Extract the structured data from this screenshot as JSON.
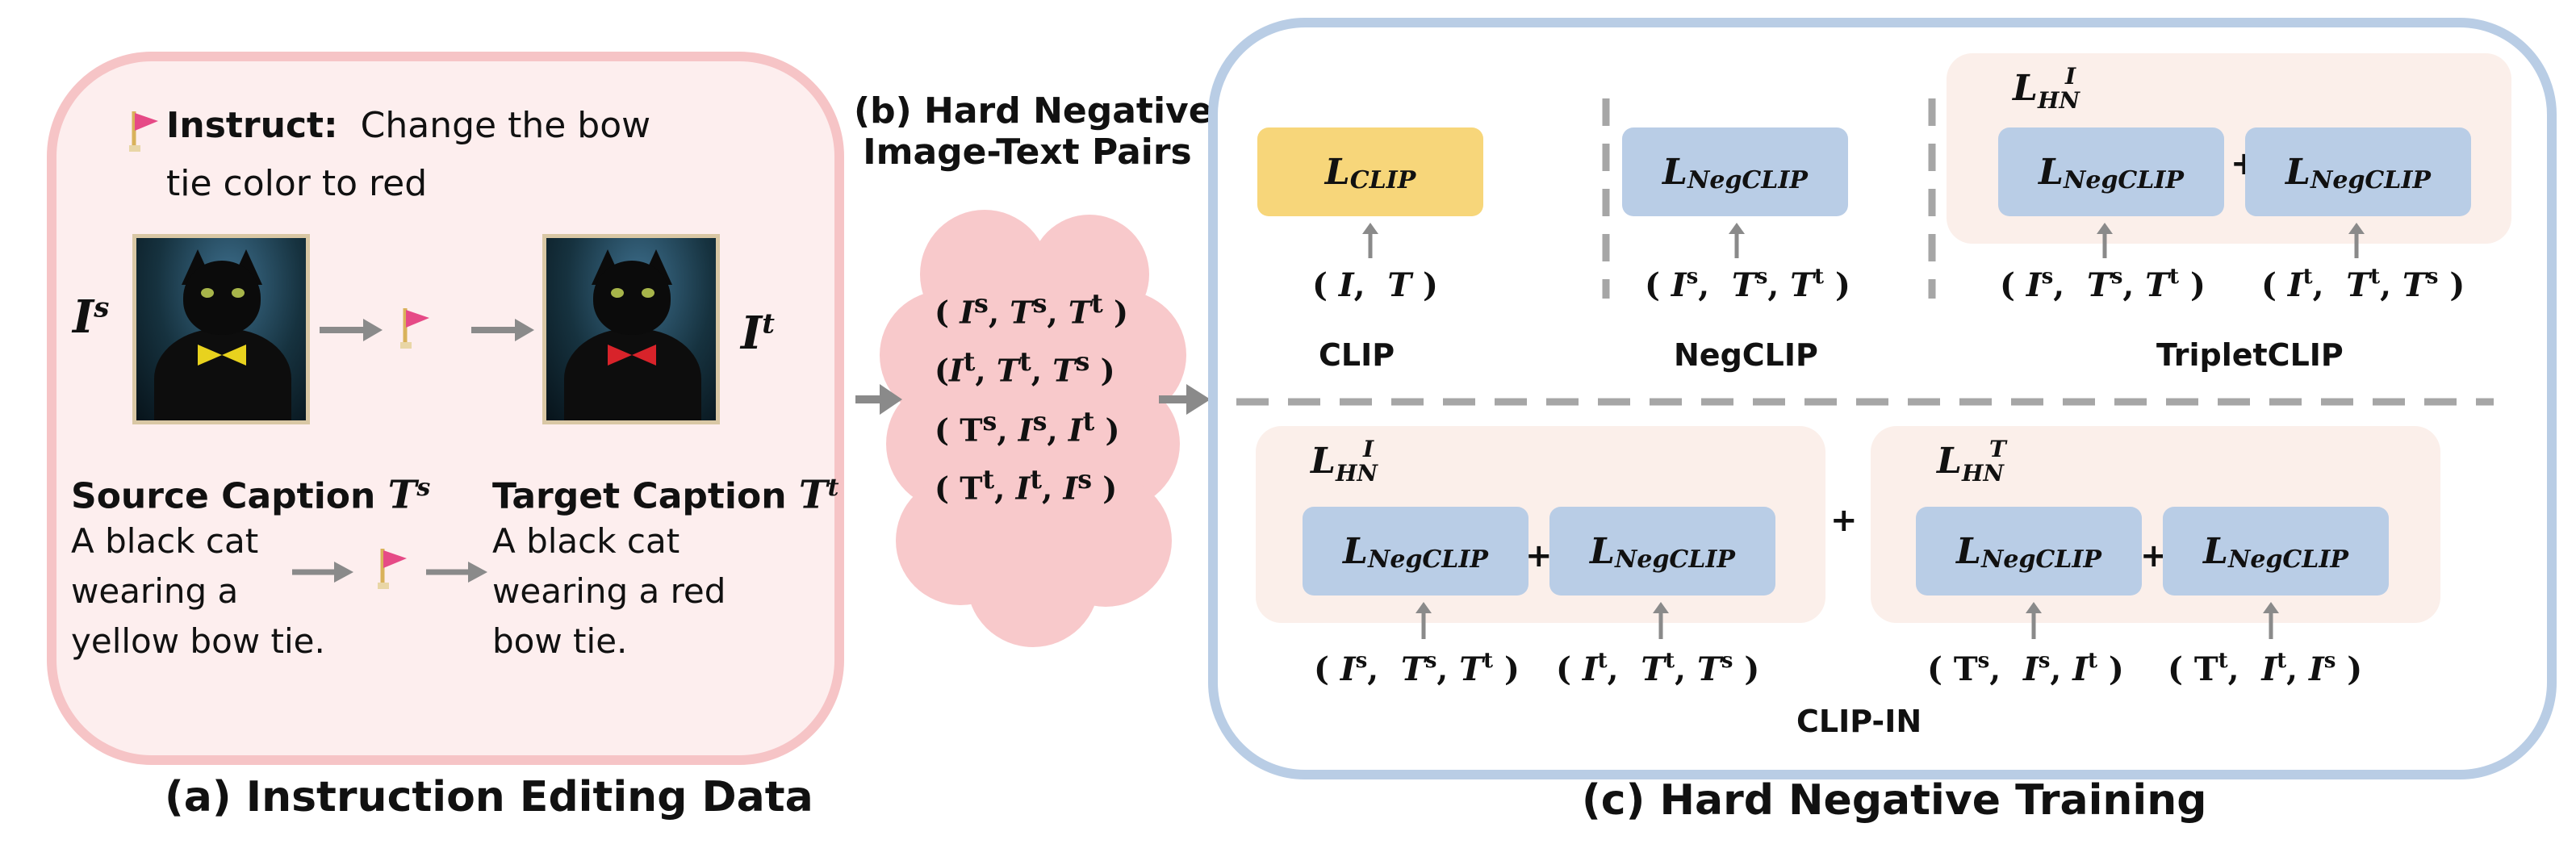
{
  "panel_a": {
    "instruct_label": "Instruct:",
    "instruct_line1": "Change the bow",
    "instruct_line2": "tie color to red",
    "source_image_symbol": "I",
    "source_image_sup": "s",
    "target_image_symbol": "I",
    "target_image_sup": "t",
    "source_caption_title": "Source Caption",
    "source_caption_symbol": "T",
    "source_caption_sup": "s",
    "target_caption_title": "Target Caption",
    "target_caption_symbol": "T",
    "target_caption_sup": "t",
    "source_caption_lines": [
      "A black cat",
      "wearing a",
      "yellow bow tie."
    ],
    "target_caption_lines": [
      "A black cat",
      "wearing a red",
      "bow tie."
    ],
    "source_bow_color": "#e8d21e",
    "target_bow_color": "#d8232a",
    "title": "(a) Instruction Editing Data"
  },
  "panel_b": {
    "title_line1": "(b) Hard Negative",
    "title_line2": "Image-Text Pairs",
    "tuples": [
      [
        "I",
        "s",
        "T",
        "s",
        "T",
        "t"
      ],
      [
        "I",
        "t",
        "T",
        "t",
        "T",
        "s"
      ],
      [
        "T",
        "s",
        "I",
        "s",
        "I",
        "t"
      ],
      [
        "T",
        "t",
        "I",
        "t",
        "I",
        "s"
      ]
    ],
    "cloud_color": "#f8c9cb"
  },
  "panel_c": {
    "title": "(c) Hard Negative Training",
    "clip": {
      "loss": "L",
      "loss_sub": "CLIP",
      "tuple": "( I,  T )",
      "name": "CLIP"
    },
    "negclip": {
      "loss": "L",
      "loss_sub": "NegCLIP",
      "name": "NegCLIP"
    },
    "triplet": {
      "group_label": "L",
      "group_sub": "HN",
      "group_sup": "I",
      "name": "TripletCLIP"
    },
    "clipin": {
      "left_label": "L",
      "left_sub": "HN",
      "left_sup": "I",
      "right_label": "L",
      "right_sub": "HN",
      "right_sup": "T",
      "name": "CLIP-IN"
    },
    "plus": "+",
    "colors": {
      "border": "#b9cde5",
      "loss_box": "#b9cde6",
      "clip_box": "#f7d67a",
      "group_bg": "#fbefea"
    }
  }
}
